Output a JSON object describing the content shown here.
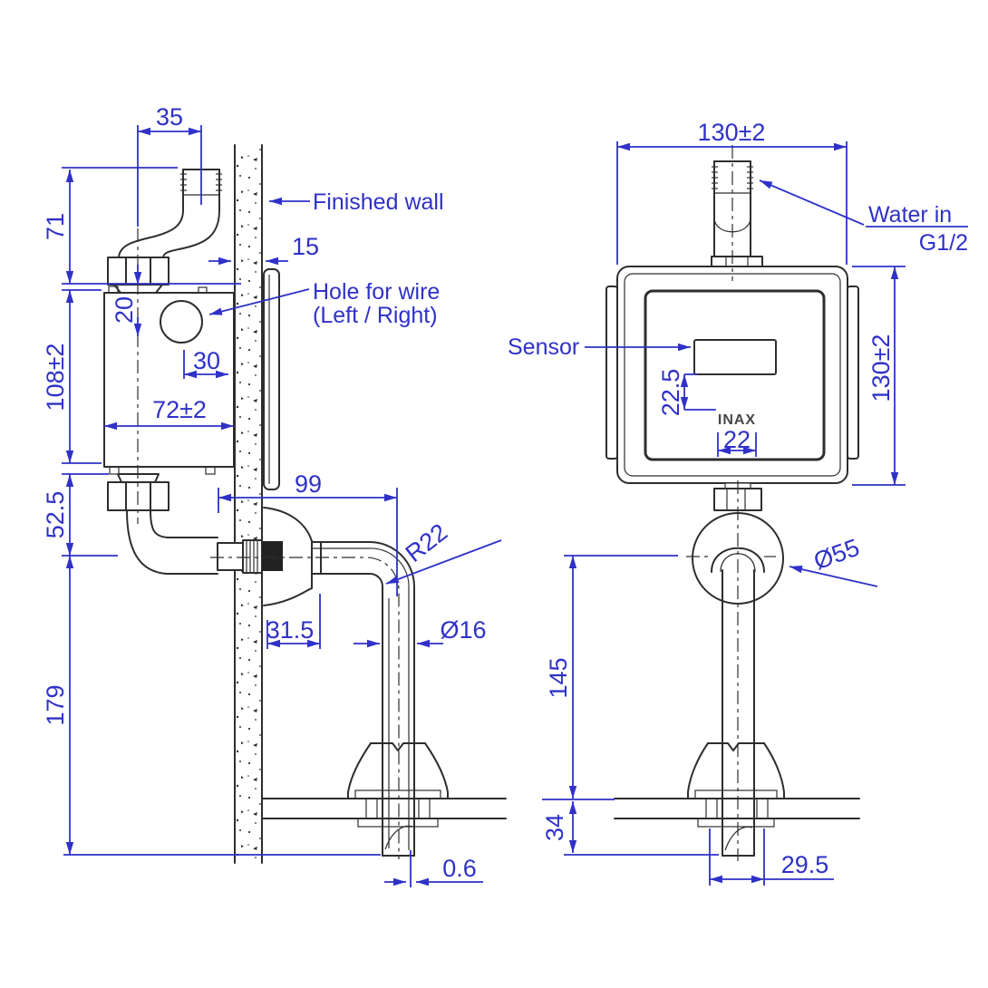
{
  "drawing": {
    "background": "#ffffff",
    "line_color": "#2e2e2e",
    "annotation_color": "#2f31c8",
    "left": {
      "dim_35": "35",
      "dim_71": "71",
      "dim_15": "15",
      "dim_20": "20",
      "dim_30": "30",
      "dim_108": "108±2",
      "dim_72": "72±2",
      "dim_52_5": "52.5",
      "dim_99": "99",
      "dim_179": "179",
      "dim_r22": "R22",
      "dim_31_5": "31.5",
      "dim_d16": "Ø16",
      "dim_0_6": "0.6",
      "label_finished_wall": "Finished wall",
      "label_hole_line1": "Hole for wire",
      "label_hole_line2": "(Left / Right)"
    },
    "right": {
      "dim_130_top": "130±2",
      "dim_130_side": "130±2",
      "dim_22_5": "22.5",
      "dim_22": "22",
      "dim_145": "145",
      "dim_34": "34",
      "dim_29_5": "29.5",
      "dim_d55": "Ø55",
      "label_water_in": "Water in",
      "label_thread": "G1/2",
      "label_sensor": "Sensor",
      "logo": "INAX"
    }
  }
}
